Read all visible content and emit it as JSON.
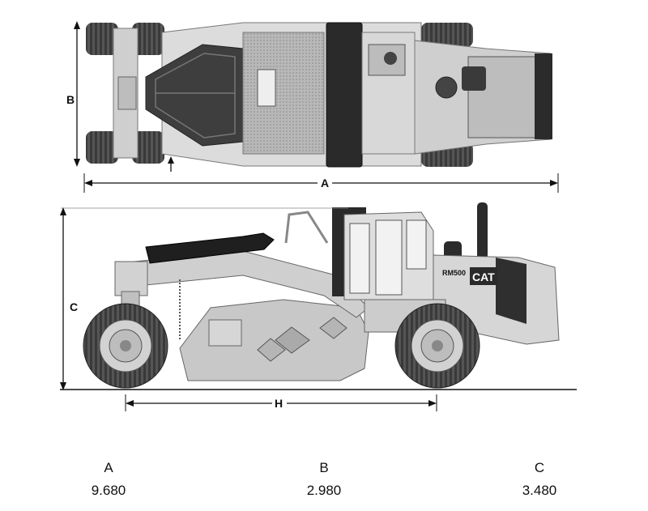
{
  "diagram": {
    "top_view_label": "B",
    "length_label": "A",
    "height_label": "C",
    "wheelbase_label": "H",
    "side_badge": "RM500",
    "brand": "CAT"
  },
  "specs": [
    {
      "key": "A",
      "value": "9.680"
    },
    {
      "key": "B",
      "value": "2.980"
    },
    {
      "key": "C",
      "value": "3.480"
    }
  ],
  "colors": {
    "body": "#d4d4d4",
    "body_dark": "#a8a8a8",
    "tire": "#3a3a3a",
    "black": "#1a1a1a"
  }
}
